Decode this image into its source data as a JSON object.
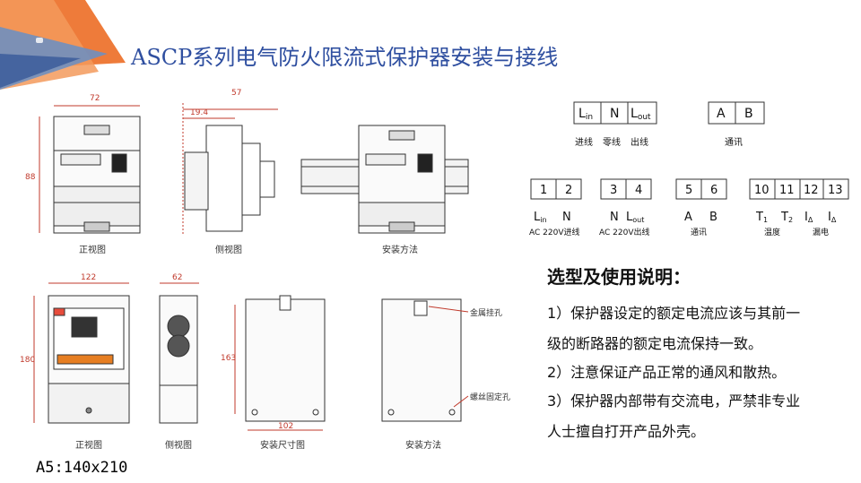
{
  "slide": {
    "title": "ASCP系列电气防火限流式保护器安装与接线",
    "size_label": "A5:140x210",
    "accent_colors": {
      "orange": "#ee7b3a",
      "blue": "#6f8fc0",
      "title": "#2f4fa0",
      "dim": "#c0392b"
    }
  },
  "upper_drawings": {
    "front": {
      "caption": "正视图",
      "width_dim": "72",
      "height_dim": "88"
    },
    "side": {
      "caption": "侧视图",
      "depth_dim": "57",
      "inner_dim": "19.4"
    },
    "mount": {
      "caption": "安装方法"
    }
  },
  "lower_drawings": {
    "front": {
      "caption": "正视图",
      "width_dim": "122",
      "height_dim": "180"
    },
    "side": {
      "caption": "侧视图",
      "depth_dim": "62"
    },
    "mount_size": {
      "caption": "安装尺寸图",
      "height_dim": "163",
      "width_dim": "102"
    },
    "mount": {
      "caption": "安装方法",
      "label_hook": "金属挂孔",
      "label_screw": "螺丝固定孔"
    }
  },
  "terminals_top": {
    "group1": {
      "cells": [
        "L_in",
        "N",
        "L_out"
      ],
      "labels": [
        "进线",
        "零线",
        "出线"
      ]
    },
    "group2": {
      "cells": [
        "A",
        "B"
      ],
      "label": "通讯"
    }
  },
  "terminals_bottom": {
    "group1": {
      "numbers": [
        "1",
        "2"
      ],
      "signals": [
        "L_in",
        "N"
      ],
      "label": "AC 220V进线"
    },
    "group2": {
      "numbers": [
        "3",
        "4"
      ],
      "signals": [
        "N",
        "L_out"
      ],
      "label": "AC 220V出线"
    },
    "group3": {
      "numbers": [
        "5",
        "6"
      ],
      "signals": [
        "A",
        "B"
      ],
      "label": "通讯"
    },
    "group4": {
      "numbers": [
        "10",
        "11",
        "12",
        "13"
      ],
      "signals": [
        "T1",
        "T2",
        "IΔ",
        "IΔ"
      ],
      "labels": [
        "温度",
        "漏电"
      ]
    }
  },
  "instructions": {
    "heading": "选型及使用说明：",
    "lines": [
      "1）保护器设定的额定电流应该与其前一",
      "级的断路器的额定电流保持一致。",
      "2）注意保证产品正常的通风和散热。",
      "3）保护器内部带有交流电，严禁非专业",
      "人士擅自打开产品外壳。"
    ]
  }
}
